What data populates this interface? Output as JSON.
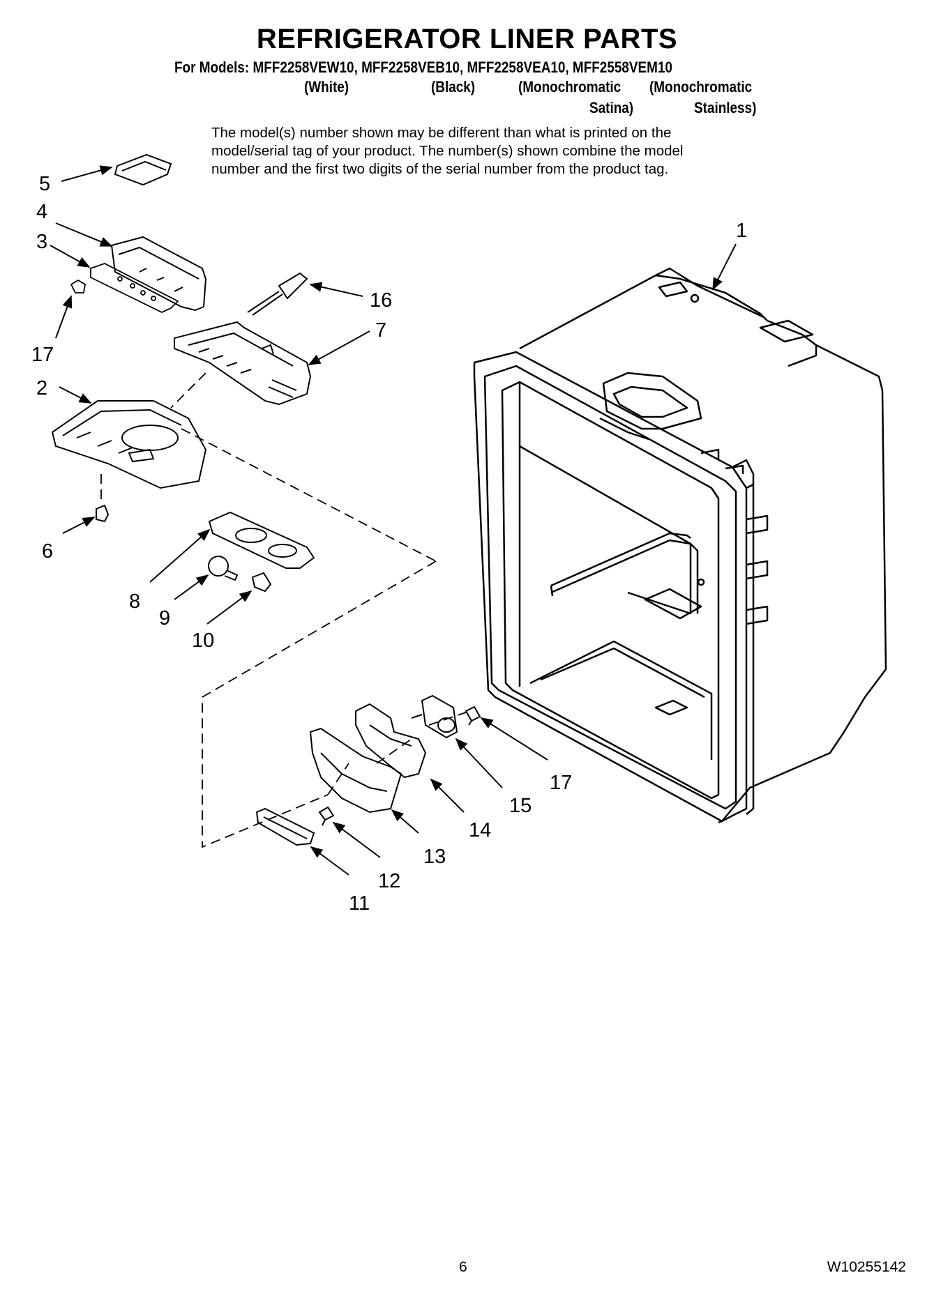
{
  "header": {
    "title": "REFRIGERATOR LINER PARTS",
    "models_line": "For Models: MFF2258VEW10, MFF2258VEB10, MFF2258VEA10, MFF2558VEM10",
    "variants": [
      {
        "line1": "(White)",
        "line2": ""
      },
      {
        "line1": "(Black)",
        "line2": ""
      },
      {
        "line1": "(Monochromatic",
        "line2": "Satina)"
      },
      {
        "line1": "(Monochromatic",
        "line2": "Stainless)"
      }
    ]
  },
  "note": {
    "lines": [
      "The model(s) number shown may be different than what is printed on the",
      "model/serial tag of your product. The number(s) shown combine the model",
      "number and the first two digits of the serial number from the product tag."
    ]
  },
  "callouts": {
    "c1": "1",
    "c2": "2",
    "c3": "3",
    "c4": "4",
    "c5": "5",
    "c6": "6",
    "c7": "7",
    "c8": "8",
    "c9": "9",
    "c10": "10",
    "c11": "11",
    "c12": "12",
    "c13": "13",
    "c14": "14",
    "c15": "15",
    "c16": "16",
    "c17a": "17",
    "c17b": "17"
  },
  "footer": {
    "page_number": "6",
    "doc_number": "W10255142"
  }
}
